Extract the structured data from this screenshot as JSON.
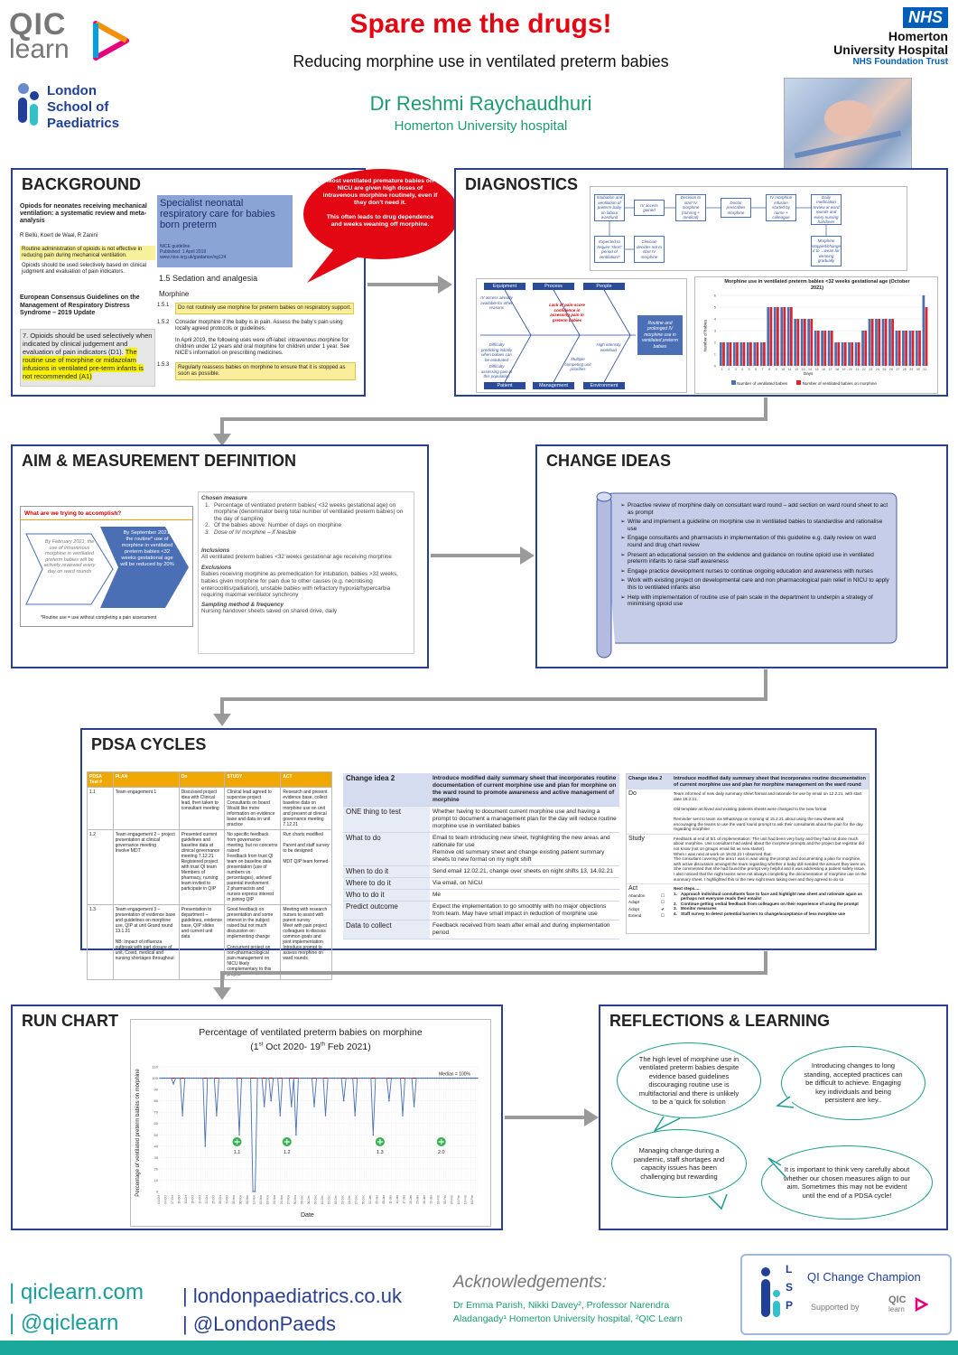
{
  "header": {
    "logo_qic_top": "QIC",
    "logo_qic_bottom": "learn",
    "title": "Spare me the drugs!",
    "subtitle": "Reducing morphine use in ventilated preterm babies",
    "author": "Dr Reshmi Raychaudhuri",
    "affiliation": "Homerton University hospital",
    "lsp_logo": [
      "London",
      "School of",
      "Paediatrics"
    ],
    "nhs_badge": "NHS",
    "nhs_trust_name": "Homerton\nUniversity Hospital",
    "nhs_trust_sub": "NHS Foundation Trust"
  },
  "background": {
    "title": "BACKGROUND",
    "paper_title": "Opiods for neonates receiving mechanical ventilation: a systematic review and meta-analysis",
    "paper_authors": "R Bellù, Koert de Waal, R Zanini",
    "bullets": [
      "Routine administration of opioids is not effective in reducing pain during mechanical ventilation.",
      "Opioids should be used selectively based on clinical judgment and evaluation of pain indicators."
    ],
    "consensus": "European Consensus Guidelines on the Management of Respiratory Distress Syndrome – 2019 Update",
    "rec_plain": "7. Opioids should be used selectively when indicated by clinical judgement and evaluation of pain indicators (D1).",
    "rec_highlight": "The routine use of morphine or midazolam infusions in ventilated pre-term infants is not recommended (A1)",
    "nice_title": "Specialist neonatal respiratory care for babies born preterm",
    "nice_meta": "NICE guideline\nPublished: 1 April 2019\nwww.nice.org.uk/guidance/ng124",
    "nice_section": "1.5 Sedation and analgesia",
    "nice_sub": "Morphine",
    "nice_items": [
      {
        "num": "1.5.1",
        "text": "Do not routinely use morphine for preterm babies on respiratory support.",
        "hl": true
      },
      {
        "num": "1.5.2",
        "text": "Consider morphine if the baby is in pain. Assess the baby's pain using locally agreed protocols or guidelines.",
        "hl": false
      },
      {
        "num": "",
        "text": "In April 2019, the following uses were off-label: intravenous morphine for children under 12 years and oral morphine for children under 1 year. See NICE's information on prescribing medicines.",
        "hl": false
      },
      {
        "num": "1.5.3",
        "text": "Regularly reassess babies on morphine to ensure that it is stopped as soon as possible.",
        "hl": true
      }
    ],
    "callout": "Most ventilated premature babies on NICU are given high doses of intravenous morphine routinely, even if they don't need it.\n\nThis often leads to drug dependence and  weeks weaning off morphine."
  },
  "diagnostics": {
    "title": "DIAGNOSTICS",
    "flow": [
      "Intubation and ventilation of preterm baby on labour ward/unit",
      "IV access gained",
      "Decision to start IV morphine (nursing + medical)",
      "Doctor prescribes morphine",
      "IV morphine infusion started by nurse + colleague",
      "Daily medication review at ward rounds and every nursing handover",
      "Expected to require 'short' period of ventilation?",
      "Clinician decides not to start IV morphine",
      "Morphine stopped/change it to ...wean for weaning gradually"
    ],
    "fish_heads": [
      "Equipment",
      "Process",
      "People",
      "Patient",
      "Management",
      "Environment"
    ],
    "fish_effect": "Routine and prolonged IV morphine use in ventilated preterm babies",
    "fish_causes": [
      "IV access already available for other reasons",
      "Difficulty predicting initially when babies can be extubated",
      "Difficulty assessing pain in this population",
      "Lack of pain-score confidence in assessing pain in preterm babies",
      "High intensity workload",
      "Multiple competing unit priorities"
    ],
    "bar_title": "Morphine use in ventilated preterm babies <32 weeks gestational age (October 2021)",
    "bar_ylabel": "Number of babies",
    "bar_xlabel": "Days",
    "legend": [
      "Number of ventilated babies",
      "Number of ventilated babies on morphine"
    ]
  },
  "chart_data": [
    {
      "type": "bar",
      "title": "Morphine use in ventilated preterm babies <32 weeks gestational age (October 2021)",
      "xlabel": "Days",
      "ylabel": "Number of babies",
      "ylim": [
        0,
        6
      ],
      "categories": [
        "1",
        "2",
        "3",
        "4",
        "5",
        "6",
        "7",
        "8",
        "9",
        "10",
        "11",
        "12",
        "13",
        "14",
        "15",
        "16",
        "17",
        "18",
        "19",
        "20",
        "21",
        "22",
        "23",
        "24",
        "25",
        "26",
        "27",
        "28",
        "29",
        "30",
        "31"
      ],
      "series": [
        {
          "name": "Number of ventilated babies",
          "values": [
            2,
            2,
            2,
            2,
            2,
            2,
            2,
            5,
            5,
            5,
            5,
            4,
            4,
            4,
            3,
            3,
            3,
            2,
            2,
            2,
            2,
            3,
            4,
            4,
            4,
            4,
            3,
            3,
            3,
            3,
            6
          ]
        },
        {
          "name": "Number of ventilated babies on morphine",
          "values": [
            2,
            2,
            2,
            2,
            2,
            2,
            2,
            5,
            5,
            5,
            5,
            4,
            4,
            4,
            3,
            3,
            3,
            2,
            2,
            2,
            2,
            3,
            4,
            4,
            4,
            4,
            3,
            3,
            3,
            3,
            5
          ]
        }
      ]
    },
    {
      "type": "line",
      "title": "Percentage of ventilated preterm babies on morphine",
      "xlabel": "Date",
      "ylabel": "Percentage of ventilated preterm babies on morphine",
      "ylim": [
        0,
        110
      ],
      "median_label": "Median = 100%",
      "annotations": [
        "1.1",
        "1.2",
        "1.3",
        "2.0"
      ],
      "values": [
        100,
        100,
        100,
        100,
        100,
        100,
        95,
        100,
        100,
        100,
        67,
        100,
        100,
        100,
        100,
        100,
        100,
        100,
        100,
        100,
        40,
        100,
        100,
        100,
        100,
        67,
        100,
        100,
        100,
        100,
        100,
        100,
        100,
        100,
        100,
        50,
        100,
        100,
        100,
        100,
        100,
        0,
        0,
        100,
        100,
        100,
        75,
        100,
        100,
        80,
        100,
        100,
        100,
        67,
        100,
        100,
        100,
        100,
        75,
        100,
        50,
        100,
        100,
        100,
        100,
        100,
        100,
        100,
        75,
        100,
        100,
        100,
        100,
        67,
        100,
        100,
        100,
        100,
        100,
        100,
        100,
        80,
        100,
        100,
        100,
        100,
        67,
        100,
        100,
        100,
        100,
        100,
        100,
        100,
        50,
        100,
        100,
        100,
        100,
        100,
        100,
        80,
        100,
        100,
        100,
        100,
        100,
        67,
        100,
        100,
        100,
        100,
        75,
        100,
        100,
        100,
        100,
        100,
        100,
        100,
        100,
        100,
        100,
        100,
        100,
        100,
        100,
        100,
        100,
        100,
        100,
        100,
        100,
        100,
        100,
        100,
        100,
        100,
        100,
        100,
        100
      ]
    }
  ],
  "aim": {
    "title": "AIM & MEASUREMENT DEFINITION",
    "question": "What are we trying to accomplish?",
    "old_goal": "By February 2021, the use of intravenous morphine in ventilated preterm babies will be actively reviewed every day on ward rounds",
    "new_goal": "By September 2021, the routine* use of morphine in ventilated preterm babies <32 weeks gestational age will be reduced by 20%",
    "footnote": "*Routine use = use without completing a pain assessment",
    "measure_head": "Chosen measure",
    "measures": [
      "Percentage of ventilated preterm babies( <32 weeks gestational age) on morphine (denominator being total number of ventilated preterm babies) on the day of sampling",
      "Of the babies above: Number of days on morphine",
      "Dose of IV morphine – if feasible"
    ],
    "inclusions_head": "Inclusions",
    "inclusions": "All ventilated preterm babies <32 weeks gestational age receiving morphine",
    "exclusions_head": "Exclusions",
    "exclusions": "Babies receiving morphine as premedication for intubation, babies >32 weeks, babies given morphine for pain due to other causes (e.g. necrotising enterocolitis/palliation), unstable babies with refractory hypoxia/hypercarbia requiring maximal ventilator synchrony",
    "sampling_head": "Sampling method & frequency",
    "sampling": "Nursing handover sheets saved on shared drive, daily"
  },
  "change": {
    "title": "CHANGE IDEAS",
    "ideas": [
      "Proactive review of morphine daily on consultant ward round – add section on ward round sheet to act as prompt",
      "Write and implement a guideline on morphine use in ventilated babies to standardise and rationalise use",
      "Engage consultants and pharmacists in implementation of this guideline e.g. daily review on ward round and drug chart review",
      "Present an educational session on the evidence and guidance on routine opioid use in ventilated preterm infants to raise staff awareness",
      "Engage practice development nurses to continue ongoing education and awareness with nurses",
      "Work with existing project on developmental care and non pharmacological pain relief in NICU to apply this to ventilated infants also",
      "Help with implementation of routine use of pain scale in the department to underpin a strategy of minimising opioid use"
    ]
  },
  "pdsa": {
    "title": "PDSA CYCLES",
    "cols": [
      "PDSA Test #",
      "PLAN",
      "Do",
      "STUDY",
      "ACT"
    ],
    "rows": [
      [
        "1.1",
        "Team engagement 1",
        "Discussed project idea with Clinical lead, then taken to consultant meeting",
        "Clinical lead agreed to supervise project\nConsultants on board\nWould like more information on evidence base and data on unit practice",
        "Research and present evidence base, collect baseline data on morphine use on unit and present at clinical governance meeting 7.12.21"
      ],
      [
        "1.2",
        "Team engagement 2 – project presentation at clinical governance meeting\nInvolve MDT",
        "Presented current guidelines and baseline data at clinical governance meeting 7.12.21\nRegistered project with trust QI team\nMembers of pharmacy, nursing team invited to participate in QIP",
        "No specific feedback from governance meeting, but no concerns raised\nFeedback from trust QI team on baseline data presentation (use of numbers vs percentages), advised parental involvement\n2 pharmacists and nurses express interest in joining QIP",
        "Run charts modified\n\nParent and staff survey to be designed\n\nMDT QIP team formed"
      ],
      [
        "1.3",
        "Team engagement 3 – presentation of evidence base and guidelines on morphine use, QIP at unit Grand round 13.1.21\n\nNB: Impact of influenza outbreak with part closure of unit, Covid, medical and nursing shortages throughout",
        "Presentation to department – guidelines, evidence base, QIP slides and current unit data",
        "Good feedback on presentation and some interest in the subject raised but not much discussion on implementing change\n\nConcurrent project on non-pharmacological pain management on NICU likely complementary to this project",
        "Meeting with research nurses to assist with parent survey\nMeet with pain project colleagues to discuss common goals and joint implementation\nIntroduce prompt to assess morphine on ward rounds"
      ]
    ],
    "plan_rows": [
      [
        "Change idea 2",
        "Introduce modified daily summary sheet that incorporates routine documentation of current morphine use and plan for morphine on the ward round to promote awareness and active management of morphine"
      ],
      [
        "ONE thing to test",
        "Whether having to document current morphine use and having a prompt to document a management plan for the day will reduce routine morphine use in ventilated babies"
      ],
      [
        "What to do",
        "Email to team introducing new sheet, highlighting the new areas and rationale for use\nRemove old summary sheet and change existing patient summary sheets to new format on my night shift"
      ],
      [
        "When to do it",
        "Send email 12.02.21, change over sheets on night shifts 13, 14.02.21"
      ],
      [
        "Where to do it",
        "Via email, on NICU"
      ],
      [
        "Who to do it",
        "Me"
      ],
      [
        "Predict outcome",
        "Expect the implementation to go smoothly with no major objections from team. May have small impact in reduction of morphine use"
      ],
      [
        "Data to collect",
        "Feedback received from team after email and during implementation period"
      ]
    ],
    "study_head": [
      "Change idea 2",
      "Introduce modified daily summary sheet that incorporates routine documentation of current morphine use and plan for morphine  management on the ward round"
    ],
    "study_do": "Team informed of new daily summary sheet format and rationale for use by email on 12.2.21, with start date 15.2.21.\n\nOld template archived and existing patients sheets were changed to the new format\n\nReminder sent to team via WhatsApp on morning of 15.2.21 about using the new sheets and encouraging the teams to use the ward round prompt to ask their consultants about the plan for the day regarding morphine",
    "study_study": "Feedback at end of 5/1 of implementation: The unit had been very busy and they had not done much about morphine. Unit consultant had asked about the morphine prompts and the project but registrar did not know (not on groups email list as new starter).\nWhen I was next at work on 18.02.21 I observed that:\nThe consultant covering the area I was in was using the prompt and documenting a plan for morphine, with active discussion amongst the team regarding whether a baby still needed the amount they were on. She commented that she had found the prompt very helpful and it was addressing a patient safety issue.\nI also noticed that the night teams were not always completing the documentation of morphine use on the summary sheet. I highlighted this to the new night team taking over and they agreed to do so",
    "act_labels": [
      "Abandon",
      "Adapt",
      "Adopt",
      "Extend"
    ],
    "next_steps_head": "Next steps.....",
    "next_steps": [
      "Approach individual consultants face to face and highlight new sheet and rationale again as perhaps not everyone reads their emails!",
      "Continue getting verbal feedback from colleagues on their experience of using the prompt",
      "Monitor measures",
      "Staff survey to detect potential barriers to change/acceptance of less morphine use"
    ],
    "labels": {
      "do": "Do",
      "study": "Study",
      "act": "Act"
    }
  },
  "run": {
    "title": "RUN CHART",
    "chart_title": "Percentage of ventilated preterm babies on morphine",
    "chart_sub_pre": "(1",
    "chart_sub_sup1": "st",
    "chart_sub_mid": " Oct 2020- 19",
    "chart_sub_sup2": "th",
    "chart_sub_post": " Feb 2021)",
    "xlabel": "Date"
  },
  "reflect": {
    "title": "REFLECTIONS & LEARNING",
    "items": [
      "The high level of morphine use in ventilated preterm babies despite evidence based guidelines discouraging routine use is multifactorial and there is unlikely to be a 'quick fix solution",
      "Introducing changes to long standing, accepted practices can be difficult to achieve. Engaging key individuals and being persistent are key..",
      "Managing change during a pandemic, staff shortages and capacity issues has been challenging but rewarding",
      "It is important to think very carefully about whether our chosen measures align to our aim. Sometimes this may not be evident until the end of a PDSA cycle!"
    ]
  },
  "footer": {
    "links": [
      "| qiclearn.com",
      "| @qiclearn",
      "| londonpaediatrics.co.uk",
      "| @LondonPaeds"
    ],
    "ack_title": "Acknowledgements:",
    "ack_text": "Dr Emma Parish, Nikki Davey², Professor Narendra Aladangady¹ Homerton University hospital,  ²QIC Learn",
    "badge_title": "QI Change Champion",
    "badge_supported": "Supported by",
    "badge_lsp": [
      "L",
      "S",
      "P"
    ]
  },
  "colors": {
    "accent": "#2a3f8f",
    "red": "#e30613",
    "teal": "#1a9c8c",
    "nhs_blue": "#005eb8",
    "footer_bar": "#1aa89b"
  }
}
